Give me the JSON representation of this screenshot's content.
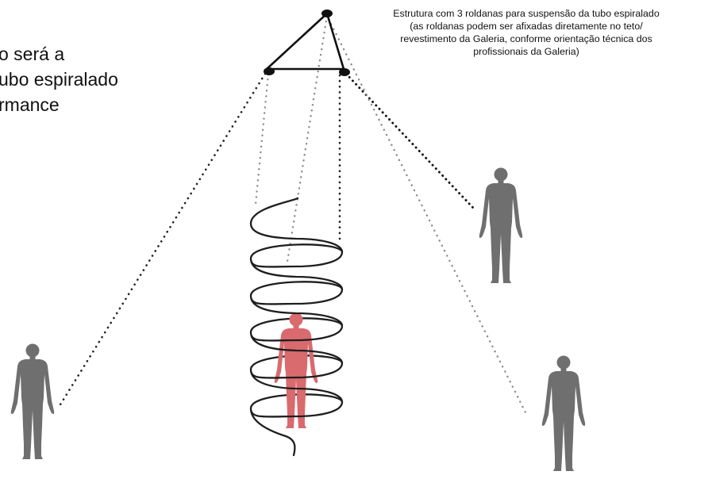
{
  "main_text": {
    "lines": [
      "o será a",
      "ubo espiralado",
      "rmance"
    ]
  },
  "caption": {
    "lines": [
      "Estrutura com 3 roldanas para suspensão da tubo espiralado",
      "(as roldanas podem ser afixadas diretamente no teto/",
      "revestimento da Galeria, conforme orientação técnica dos",
      "profissionais da Galeria)"
    ]
  },
  "colors": {
    "performer": "#d96a6e",
    "spectator": "#6f6f6f",
    "line": "#111111",
    "dotted_light": "#8a8a8a",
    "dotted_dark": "#222222"
  },
  "icons": {
    "pulley": "pulley-icon",
    "performer": "person-performer-icon",
    "spectator": "person-spectator-icon"
  }
}
